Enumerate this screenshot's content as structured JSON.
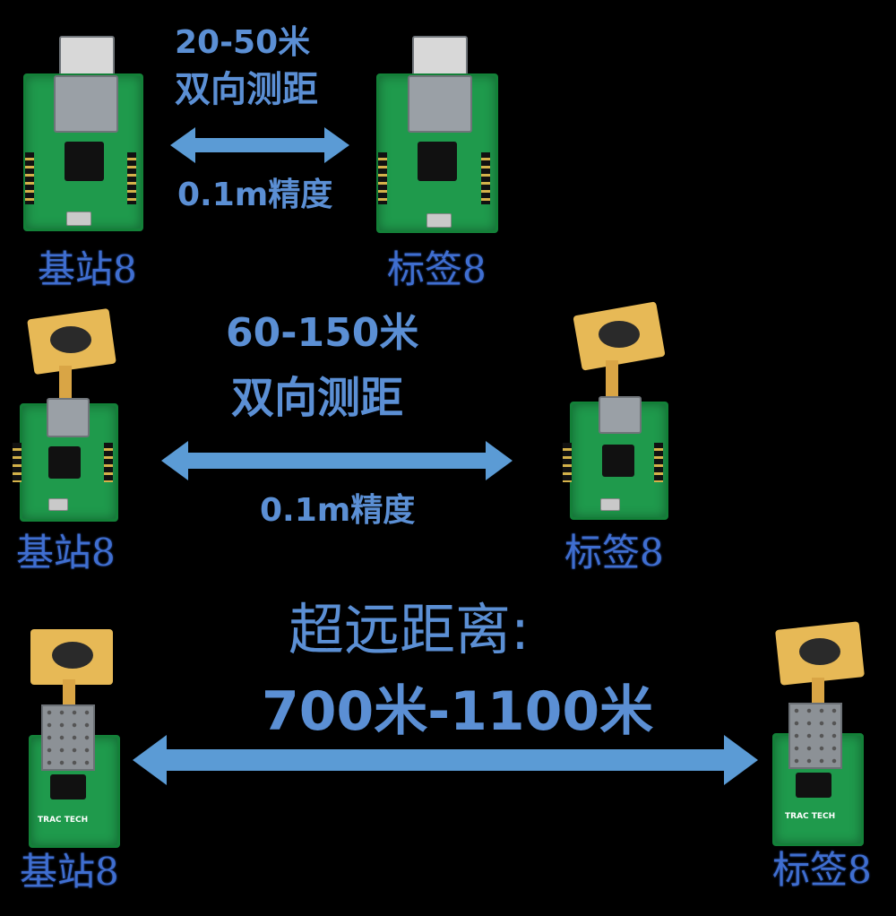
{
  "row1": {
    "distance": "20-50米",
    "mode": "双向测距",
    "precision": "0.1m精度",
    "left_label": "基站8",
    "right_label": "标签8"
  },
  "row2": {
    "distance": "60-150米",
    "mode": "双向测距",
    "precision": "0.1m精度",
    "left_label": "基站8",
    "right_label": "标签8"
  },
  "row3": {
    "title": "超远距离:",
    "distance": "700米-1100米",
    "left_label": "基站8",
    "right_label": "标签8",
    "brand": "TRAC TECH"
  },
  "colors": {
    "arrow": "#5b9bd5",
    "text": "#5b8fd4",
    "label": "#3f6ed0",
    "board": "#1f9a4c"
  }
}
